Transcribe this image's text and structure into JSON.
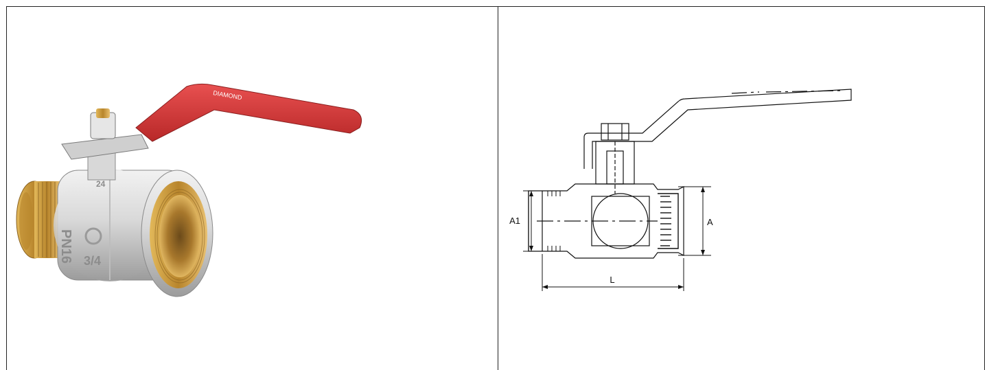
{
  "product_photo": {
    "body_markings": {
      "rating": "PN16",
      "size": "3/4",
      "stem_size": "24"
    },
    "handle_markings": {
      "brand": "DIAMOND"
    },
    "colors": {
      "handle": "#d63a3a",
      "body": "#d8d8d8",
      "brass": "#c89a3c"
    }
  },
  "drawing": {
    "dimensions": {
      "left_height": "A1",
      "right_height": "A",
      "length": "L"
    }
  }
}
